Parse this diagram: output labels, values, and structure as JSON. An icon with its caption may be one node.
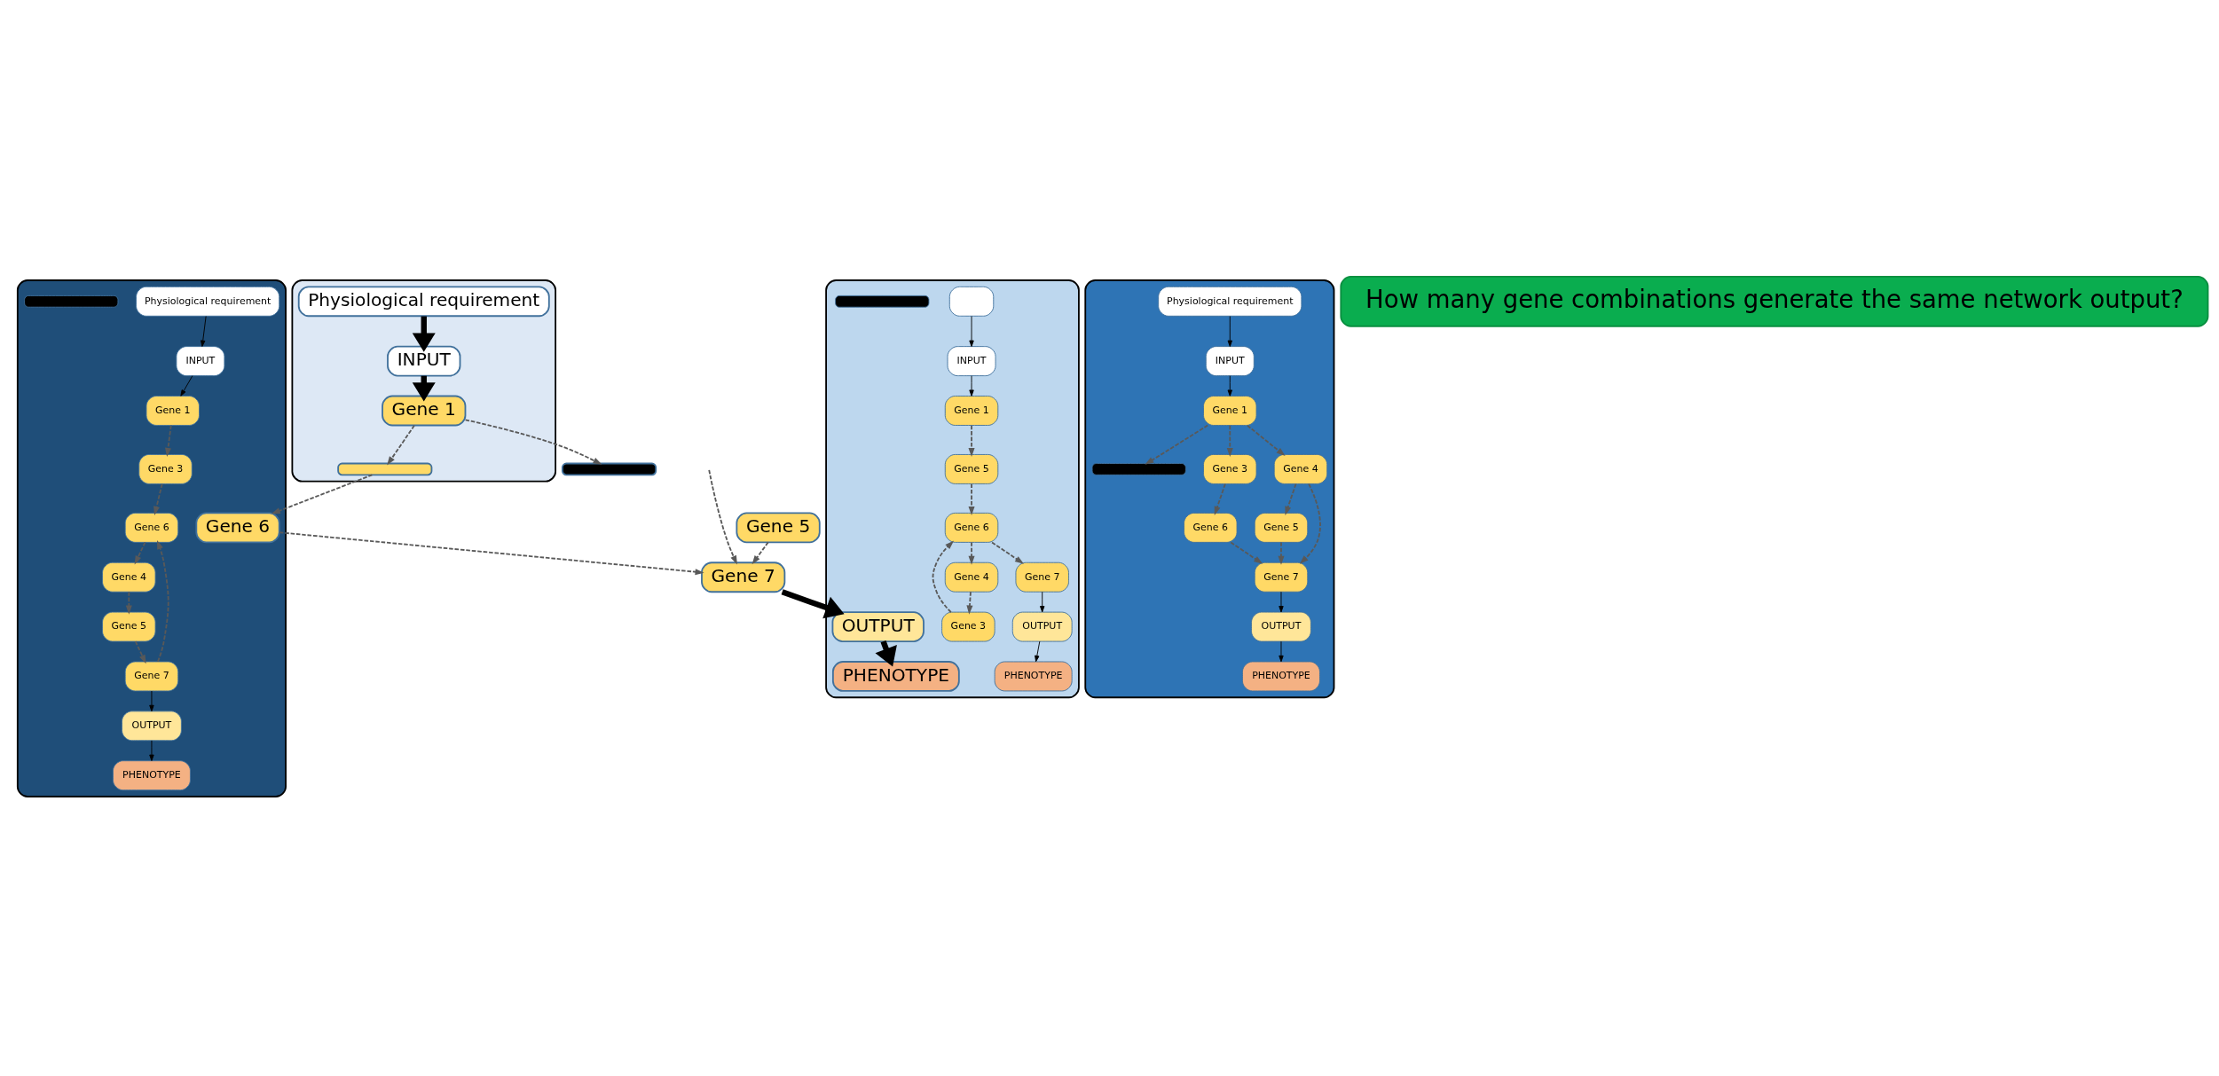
{
  "diagram": {
    "nodes": [
      {
        "text": [],
        "shape": "box"
      },
      {
        "text": [
          "Physiological requirement"
        ],
        "in": 0
      },
      {
        "text": [
          "INPUT"
        ],
        "in": 0
      },
      {
        "text": [
          "Gene 1"
        ],
        "in": 0
      },
      {
        "text": [],
        "shape": "bar",
        "in": 0
      },
      {
        "text": [],
        "shape": "box"
      },
      {
        "text": [
          "Physiological requirement"
        ],
        "in": 5
      },
      {
        "text": [
          "INPUT"
        ],
        "in": 5
      },
      {
        "text": [
          "Gene 1"
        ],
        "in": 5
      },
      {
        "text": [],
        "shape": "bar",
        "in": 5
      },
      {
        "text": [
          "Gene 3"
        ],
        "in": 5
      },
      {
        "text": [
          "Gene 4"
        ],
        "in": 5
      },
      {
        "text": [
          "Gene 5"
        ],
        "in": 5
      },
      {
        "text": [
          "Gene 6"
        ],
        "in": 5
      },
      {
        "text": [
          "Gene 7"
        ],
        "in": 5
      },
      {
        "text": [
          "OUTPUT"
        ],
        "in": 5
      },
      {
        "text": [
          "PHENOTYPE"
        ],
        "in": 5
      },
      {
        "text": [],
        "shape": "bar"
      },
      {
        "text": [
          "How many gene combinations generate the same network output?"
        ]
      },
      {
        "text": [],
        "shape": "box"
      },
      {
        "text": [
          "Physiological requirement"
        ],
        "in": 19
      },
      {
        "text": [
          "INPUT"
        ],
        "in": 19
      },
      {
        "text": [
          "Gene 1"
        ],
        "in": 19
      },
      {
        "text": [
          "Gene 3"
        ],
        "in": 19
      },
      {
        "text": [
          "Gene 4"
        ],
        "in": 19
      },
      {
        "text": [
          "Gene 5"
        ],
        "in": 19
      },
      {
        "text": [
          "Gene 6"
        ],
        "in": 19
      },
      {
        "text": [
          "Gene 7"
        ],
        "in": 19
      },
      {
        "text": [
          "OUTPUT"
        ],
        "in": 19
      },
      {
        "text": [
          "PHENOTYPE"
        ],
        "in": 19
      },
      {
        "text": [],
        "shape": "bar",
        "in": 19
      },
      {
        "text": [
          "Gene 6"
        ],
        "in": 19
      },
      {
        "text": [
          "Gene 7"
        ]
      },
      {
        "text": [
          "Gene 5"
        ]
      },
      {
        "text": [],
        "shape": "box"
      },
      {
        "text": [],
        "shape": "box",
        "in": 34
      },
      {
        "text": [
          "INPUT"
        ],
        "in": 34
      },
      {
        "text": [
          "Gene 1"
        ],
        "in": 34
      },
      {
        "text": [],
        "shape": "bar",
        "in": 34
      },
      {
        "text": [
          "Gene 3"
        ],
        "in": 34
      },
      {
        "text": [
          "Gene 4"
        ],
        "in": 34
      },
      {
        "text": [
          "Gene 5"
        ],
        "in": 34
      },
      {
        "text": [
          "Gene 6"
        ],
        "in": 34
      },
      {
        "text": [
          "Gene 7"
        ],
        "in": 34
      },
      {
        "text": [
          "OUTPUT"
        ],
        "in": 34
      },
      {
        "text": [
          "PHENOTYPE"
        ],
        "in": 34
      },
      {
        "text": [
          "OUTPUT"
        ],
        "in": 34
      },
      {
        "text": [
          "PHENOTYPE"
        ],
        "in": 34
      }
    ],
    "edges": [
      {
        "from": 1,
        "to": 2,
        "arrow": "to",
        "style": "thick",
        "color": "#000000"
      },
      {
        "from": 2,
        "to": 3,
        "arrow": "to",
        "style": "thick",
        "color": "#000000"
      },
      {
        "from": 3,
        "to": 4,
        "arrow": "to",
        "style": "dashed"
      },
      {
        "from": 3,
        "to": 17,
        "arrow": "to",
        "style": "dashed"
      },
      {
        "from": 4,
        "to": 31,
        "arrow": "to",
        "style": "dashed"
      },
      {
        "from": 31,
        "to": 32,
        "arrow": "to",
        "style": "dashed"
      },
      {
        "from": 33,
        "to": 32,
        "arrow": "to",
        "style": "dashed"
      },
      {
        "from": null,
        "to": 32,
        "arrow": "to",
        "style": "dashed"
      },
      {
        "from": 32,
        "to": 46,
        "arrow": "to",
        "style": "thick",
        "color": "#000000"
      },
      {
        "from": 46,
        "to": 47,
        "arrow": "to",
        "style": "thick",
        "color": "#000000"
      },
      {
        "from": 6,
        "to": 7,
        "arrow": "to",
        "color": "#000000"
      },
      {
        "from": 7,
        "to": 8,
        "arrow": "to",
        "color": "#000000"
      },
      {
        "from": 8,
        "to": 10,
        "arrow": "to",
        "style": "dashed"
      },
      {
        "from": 8,
        "to": 11,
        "arrow": "to",
        "style": "dashed"
      },
      {
        "from": 8,
        "to": 9,
        "arrow": "to",
        "style": "dashed"
      },
      {
        "from": 10,
        "to": 13,
        "arrow": "to",
        "style": "dashed"
      },
      {
        "from": 11,
        "to": 12,
        "arrow": "to",
        "style": "dashed"
      },
      {
        "from": 11,
        "to": 14,
        "arrow": "to",
        "style": "dashed"
      },
      {
        "from": 12,
        "to": 14,
        "arrow": "to",
        "style": "dashed"
      },
      {
        "from": 13,
        "to": 14,
        "arrow": "to",
        "style": "dashed"
      },
      {
        "from": 14,
        "to": 15,
        "arrow": "to",
        "color": "#000000"
      },
      {
        "from": 15,
        "to": 16,
        "arrow": "to",
        "color": "#000000"
      },
      {
        "from": 20,
        "to": 21,
        "arrow": "to",
        "color": "#000000"
      },
      {
        "from": 21,
        "to": 22,
        "arrow": "to",
        "color": "#000000"
      },
      {
        "from": 22,
        "to": 23,
        "arrow": "to",
        "style": "dashed"
      },
      {
        "from": 23,
        "to": 26,
        "arrow": "to",
        "style": "dashed"
      },
      {
        "from": 26,
        "to": 24,
        "arrow": "to",
        "style": "dashed"
      },
      {
        "from": 24,
        "to": 25,
        "arrow": "to",
        "style": "dashed"
      },
      {
        "from": 25,
        "to": 27,
        "arrow": "to",
        "style": "dashed"
      },
      {
        "from": 27,
        "to": 26,
        "arrow": "to",
        "style": "dashed"
      },
      {
        "from": 27,
        "to": 28,
        "arrow": "to",
        "color": "#000000"
      },
      {
        "from": 28,
        "to": 29,
        "arrow": "to",
        "color": "#000000"
      },
      {
        "from": 35,
        "to": 36,
        "arrow": "to",
        "color": "#000000"
      },
      {
        "from": 36,
        "to": 37,
        "arrow": "to",
        "color": "#000000"
      },
      {
        "from": 37,
        "to": 41,
        "arrow": "to",
        "style": "dashed"
      },
      {
        "from": 40,
        "to": 39,
        "arrow": "to",
        "style": "dashed"
      },
      {
        "from": 39,
        "to": 42,
        "arrow": "to",
        "style": "dashed"
      },
      {
        "from": 42,
        "to": 40,
        "arrow": "to",
        "style": "dashed"
      },
      {
        "from": 41,
        "to": 42,
        "arrow": "to",
        "style": "dashed"
      },
      {
        "from": 42,
        "to": 43,
        "arrow": "to",
        "style": "dashed"
      },
      {
        "from": 43,
        "to": 44,
        "arrow": "to",
        "color": "#000000"
      },
      {
        "from": 44,
        "to": 45,
        "arrow": "to",
        "color": "#000000"
      }
    ]
  }
}
